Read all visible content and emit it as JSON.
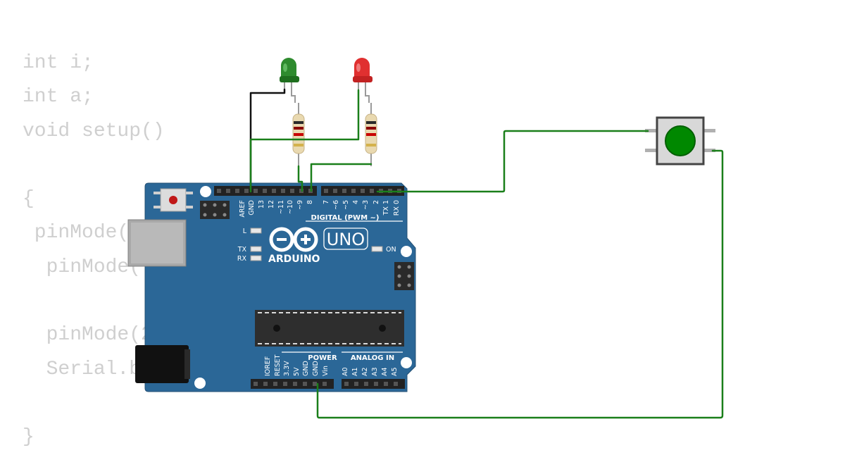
{
  "code_lines": [
    "int i;",
    "int a;",
    "void setup()",
    "",
    "{",
    " pinMode(",
    "  pinMode(",
    "",
    "  pinMode(2",
    "  Serial.beg",
    "",
    "}"
  ],
  "board": {
    "brand": "ARDUINO",
    "model": "UNO",
    "digital_header_label": "DIGITAL (PWM ~)",
    "digital_pins": [
      "AREF",
      "GND",
      "13",
      "12",
      "~11",
      "~10",
      "~9",
      "8",
      "7",
      "~6",
      "~5",
      "4",
      "~3",
      "2",
      "TX 1",
      "RX 0"
    ],
    "power_header_label": "POWER",
    "power_pins": [
      "IOREF",
      "RESET",
      "3.3V",
      "5V",
      "GND",
      "GND",
      "Vin"
    ],
    "analog_header_label": "ANALOG IN",
    "analog_pins": [
      "A0",
      "A1",
      "A2",
      "A3",
      "A4",
      "A5"
    ],
    "led_labels": {
      "l": "L",
      "tx": "TX",
      "rx": "RX",
      "on": "ON"
    },
    "color": "#2b6797"
  },
  "components": {
    "led_green": {
      "color": "#2e8b2e"
    },
    "led_red": {
      "color": "#e03030"
    },
    "button_cap_color": "#008800"
  },
  "wire_color": "#1a7f1a",
  "ground_wire_color": "#111111"
}
